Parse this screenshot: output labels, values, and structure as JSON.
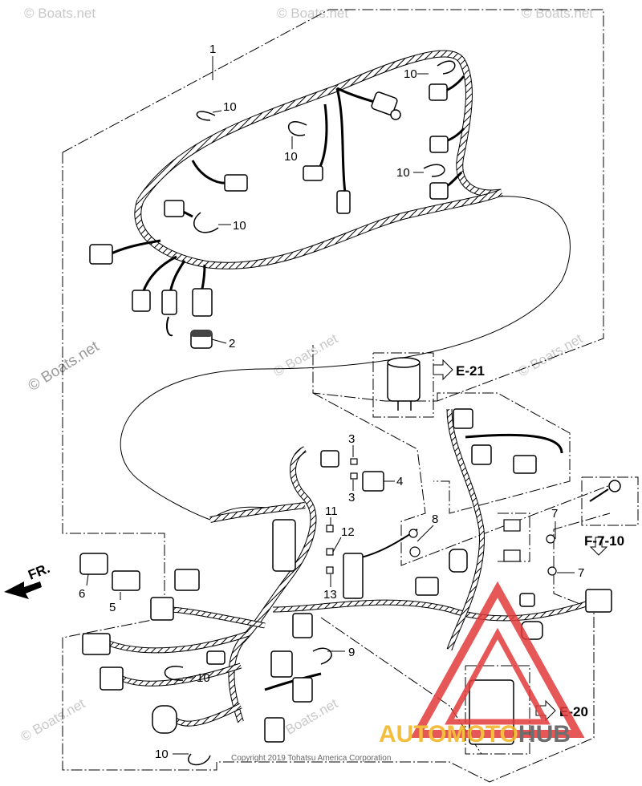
{
  "callouts": {
    "c1": "1",
    "c2": "2",
    "c3a": "3",
    "c3b": "3",
    "c4": "4",
    "c5": "5",
    "c6": "6",
    "c7a": "7",
    "c7b": "7",
    "c8": "8",
    "c9": "9",
    "c10a": "10",
    "c10b": "10",
    "c10c": "10",
    "c10d": "10",
    "c10e": "10",
    "c10f": "10",
    "c10g": "10",
    "c11": "11",
    "c12": "12",
    "c13": "13"
  },
  "references": {
    "e21": "E-21",
    "f710": "F-7-10",
    "e20": "E-20"
  },
  "direction_label": "FR.",
  "watermarks": {
    "main": "© Boats.net",
    "tile": "© Boats.net"
  },
  "copyright": "Copyright 2019 Tohatsu America Corporation",
  "logo": {
    "part1": "AUTO",
    "part2": "MOTO",
    "part3": "HUB",
    "color_auto": "#f2b21d",
    "color_hub": "#555555",
    "color_triangle": "#e23b3b"
  }
}
